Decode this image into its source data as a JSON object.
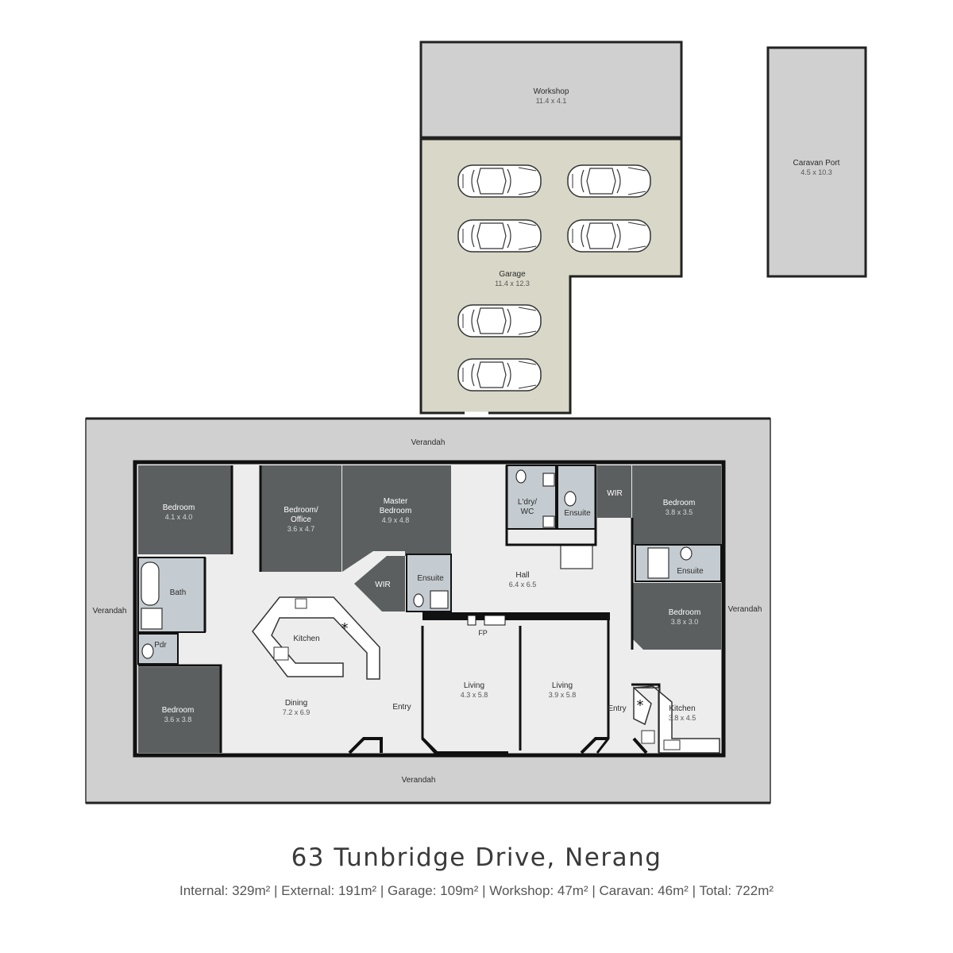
{
  "address": "63 Tunbridge Drive, Nerang",
  "areas": "Internal: 329m² | External: 191m² | Garage: 109m² | Workshop: 47m² | Caravan: 46m² | Total: 722m²",
  "colors": {
    "dark_room": "#5b5f60",
    "light_floor": "#ededed",
    "outdoor": "#cfd0cf",
    "garage": "#d9d8c8",
    "wall": "#111111",
    "wet_area": "#c5ccd1"
  },
  "rooms": {
    "workshop": {
      "label": "Workshop",
      "dims": "11.4 x 4.1"
    },
    "caravan": {
      "label": "Caravan Port",
      "dims": "4.5 x 10.3"
    },
    "garage": {
      "label": "Garage",
      "dims": "11.4 x 12.3"
    },
    "verandah_top": {
      "label": "Verandah"
    },
    "verandah_bottom": {
      "label": "Verandah"
    },
    "verandah_left": {
      "label": "Verandah"
    },
    "verandah_right": {
      "label": "Verandah"
    },
    "bedroom_nw": {
      "label": "Bedroom",
      "dims": "4.1 x 4.0"
    },
    "bedroom_office": {
      "label1": "Bedroom/",
      "label2": "Office",
      "dims": "3.6 x 4.7"
    },
    "master": {
      "label1": "Master",
      "label2": "Bedroom",
      "dims": "4.9 x 4.8"
    },
    "laundry": {
      "label1": "L'dry/",
      "label2": "WC"
    },
    "ensuite_top": {
      "label": "Ensuite"
    },
    "wir_right": {
      "label": "WIR"
    },
    "bedroom_ne": {
      "label": "Bedroom",
      "dims": "3.8 x 3.5"
    },
    "ensuite_right": {
      "label": "Ensuite"
    },
    "bath": {
      "label": "Bath"
    },
    "wir_mid": {
      "label": "WIR"
    },
    "ensuite_mid": {
      "label": "Ensuite"
    },
    "hall": {
      "label": "Hall",
      "dims": "6.4 x 6.5"
    },
    "bedroom_e": {
      "label": "Bedroom",
      "dims": "3.8 x 3.0"
    },
    "kitchen_main": {
      "label": "Kitchen"
    },
    "pdr": {
      "label": "Pdr"
    },
    "fp": {
      "label": "FP"
    },
    "dining": {
      "label": "Dining",
      "dims": "7.2 x 6.9"
    },
    "living_1": {
      "label": "Living",
      "dims": "4.3 x 5.8"
    },
    "living_2": {
      "label": "Living",
      "dims": "3.9 x 5.8"
    },
    "entry_1": {
      "label": "Entry"
    },
    "entry_2": {
      "label": "Entry"
    },
    "kitchen_2": {
      "label": "Kitchen",
      "dims": "3.8 x 4.5"
    },
    "bedroom_sw": {
      "label": "Bedroom",
      "dims": "3.6 x 3.8"
    }
  }
}
